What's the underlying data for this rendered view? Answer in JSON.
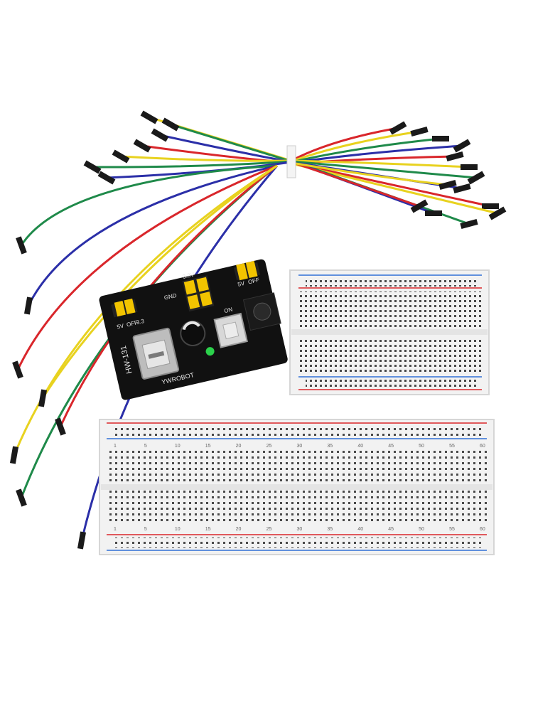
{
  "scene": {
    "background": "#ffffff",
    "description_items": [
      "jumper-wire-bundle",
      "power-supply-module",
      "half-breadboard",
      "full-breadboard"
    ]
  },
  "colors": {
    "wire_red": "#d9262b",
    "wire_yellow": "#e8d21f",
    "wire_green": "#1f8a4a",
    "wire_blue": "#2b2fa8",
    "wire_black": "#1a1a1a",
    "pcb": "#111111",
    "breadboard": "#f2f2f2",
    "rail_red": "#d9262b",
    "rail_blue": "#2f6fd6",
    "jumper_yellow": "#f2c400",
    "led_green": "#2bd14b",
    "usb_silver": "#c9c9c9"
  },
  "power_module": {
    "silkscreen": [
      "5V",
      "OFF",
      "3.3",
      "3.3V",
      "5V",
      "OFF",
      "GND",
      "ON",
      "YWROBOT"
    ],
    "model_text": "HW-131"
  },
  "full_breadboard": {
    "column_numbers": [
      "1",
      "5",
      "10",
      "15",
      "20",
      "25",
      "30",
      "35",
      "40",
      "45",
      "50",
      "55",
      "60"
    ]
  }
}
